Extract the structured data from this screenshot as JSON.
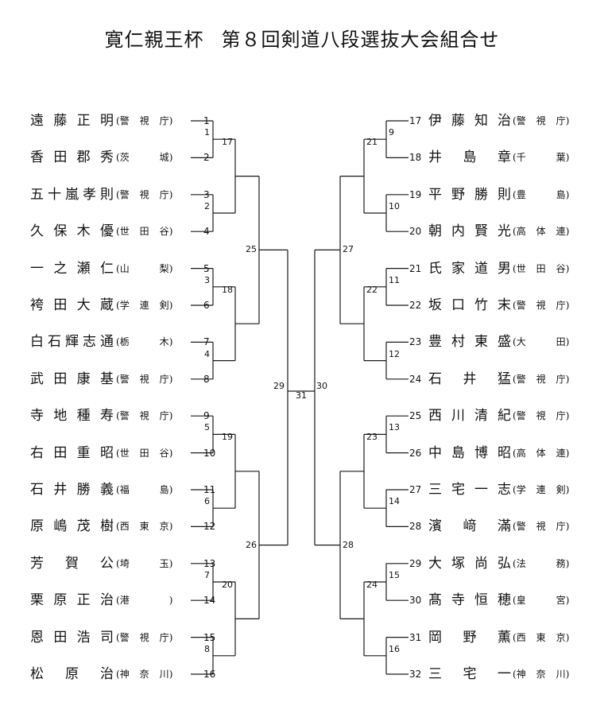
{
  "title": {
    "main": "寛仁親王杯",
    "sub": "第８回剣道八段選抜大会組合せ"
  },
  "left_players": [
    {
      "seed": "1",
      "name": "遠藤正明",
      "affiliation": "警視庁"
    },
    {
      "seed": "2",
      "name": "香田郡秀",
      "affiliation": "茨城"
    },
    {
      "seed": "3",
      "name": "五十嵐孝則",
      "affiliation": "警視庁"
    },
    {
      "seed": "4",
      "name": "久保木優",
      "affiliation": "世田谷"
    },
    {
      "seed": "5",
      "name": "一之瀬仁",
      "affiliation": "山梨"
    },
    {
      "seed": "6",
      "name": "袴田大蔵",
      "affiliation": "学連剣"
    },
    {
      "seed": "7",
      "name": "白石輝志通",
      "affiliation": "栃木"
    },
    {
      "seed": "8",
      "name": "武田康基",
      "affiliation": "警視庁"
    },
    {
      "seed": "9",
      "name": "寺地種寿",
      "affiliation": "警視庁"
    },
    {
      "seed": "10",
      "name": "右田重昭",
      "affiliation": "世田谷"
    },
    {
      "seed": "11",
      "name": "石井勝義",
      "affiliation": "福島"
    },
    {
      "seed": "12",
      "name": "原嶋茂樹",
      "affiliation": "西東京"
    },
    {
      "seed": "13",
      "name": "芳賀公",
      "affiliation": "埼玉"
    },
    {
      "seed": "14",
      "name": "栗原正治",
      "affiliation": "港"
    },
    {
      "seed": "15",
      "name": "恩田浩司",
      "affiliation": "警視庁"
    },
    {
      "seed": "16",
      "name": "松原治",
      "affiliation": "神奈川"
    }
  ],
  "right_players": [
    {
      "seed": "17",
      "name": "伊藤知治",
      "affiliation": "警視庁"
    },
    {
      "seed": "18",
      "name": "井島章",
      "affiliation": "千葉"
    },
    {
      "seed": "19",
      "name": "平野勝則",
      "affiliation": "豊島"
    },
    {
      "seed": "20",
      "name": "朝内賢光",
      "affiliation": "高体連"
    },
    {
      "seed": "21",
      "name": "氏家道男",
      "affiliation": "世田谷"
    },
    {
      "seed": "22",
      "name": "坂口竹末",
      "affiliation": "警視庁"
    },
    {
      "seed": "23",
      "name": "豊村東盛",
      "affiliation": "大田"
    },
    {
      "seed": "24",
      "name": "石井猛",
      "affiliation": "警視庁"
    },
    {
      "seed": "25",
      "name": "西川清紀",
      "affiliation": "警視庁"
    },
    {
      "seed": "26",
      "name": "中島博昭",
      "affiliation": "高体連"
    },
    {
      "seed": "27",
      "name": "三宅一志",
      "affiliation": "学連剣"
    },
    {
      "seed": "28",
      "name": "濱﨑滿",
      "affiliation": "警視庁"
    },
    {
      "seed": "29",
      "name": "大塚尚弘",
      "affiliation": "法務"
    },
    {
      "seed": "30",
      "name": "髙寺恒穂",
      "affiliation": "皇宮"
    },
    {
      "seed": "31",
      "name": "岡野薫",
      "affiliation": "西東京"
    },
    {
      "seed": "32",
      "name": "三宅一",
      "affiliation": "神奈川"
    }
  ],
  "match_numbers": {
    "left_r1": [
      "1",
      "2",
      "3",
      "4",
      "5",
      "6",
      "7",
      "8"
    ],
    "left_r2": [
      "17",
      "18",
      "19",
      "20"
    ],
    "left_r3": [
      "25",
      "26"
    ],
    "left_r4": "29",
    "final": "31",
    "right_r4": "30",
    "right_r3": [
      "27",
      "28"
    ],
    "right_r2": [
      "21",
      "22",
      "23",
      "24"
    ],
    "right_r1": [
      "9",
      "10",
      "11",
      "12",
      "13",
      "14",
      "15",
      "16"
    ]
  }
}
